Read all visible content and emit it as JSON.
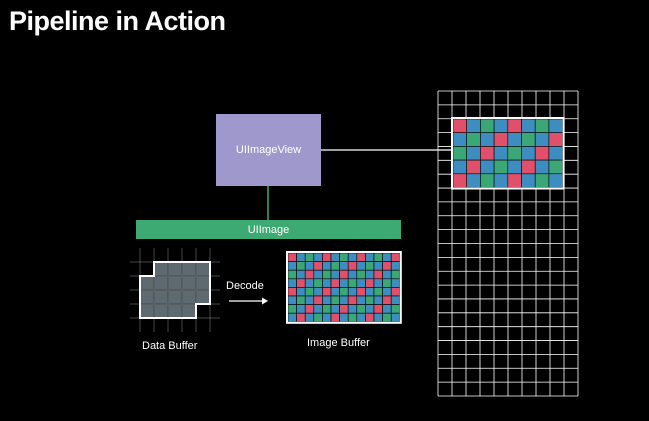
{
  "slide": {
    "title": "Pipeline in Action"
  },
  "nodes": {
    "uiimageview": "UIImageView",
    "uiimage": "UIImage",
    "data_buffer": "Data Buffer",
    "decode": "Decode",
    "image_buffer": "Image Buffer"
  },
  "colors": {
    "background": "#000000",
    "uiimageview": "#9e98cc",
    "uiimage": "#3daa74",
    "connector": "#ffffff",
    "data_buffer_fill": "#5e6a71",
    "pixel_red": "#e0506a",
    "pixel_green": "#3ba776",
    "pixel_blue": "#3d8dc1",
    "grid_line": "#ffffff"
  },
  "pixel_pattern": [
    "red",
    "blue",
    "green",
    "blue"
  ]
}
